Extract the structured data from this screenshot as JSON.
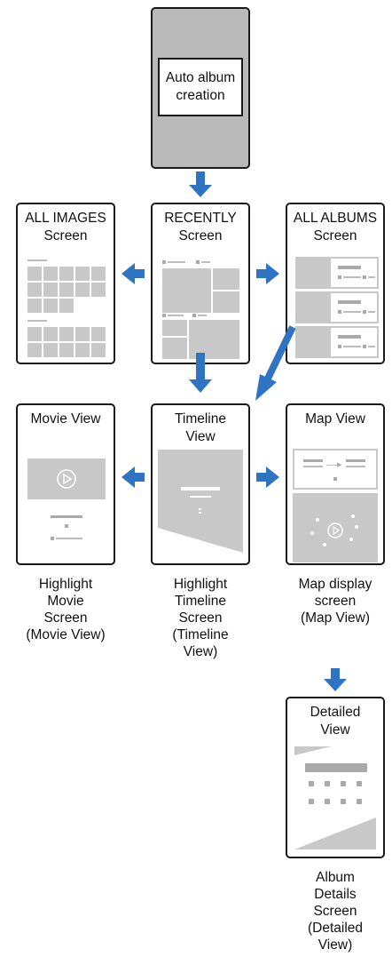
{
  "top_box": {
    "label_line1": "Auto album",
    "label_line2": "creation"
  },
  "screens": {
    "all_images": {
      "title_line1": "ALL IMAGES",
      "title_line2": "Screen"
    },
    "recently": {
      "title_line1": "RECENTLY",
      "title_line2": "Screen"
    },
    "all_albums": {
      "title_line1": "ALL ALBUMS",
      "title_line2": "Screen"
    },
    "movie_view": {
      "title_line1": "Movie View"
    },
    "timeline_view": {
      "title_line1": "Timeline",
      "title_line2": "View"
    },
    "map_view": {
      "title_line1": "Map View"
    },
    "detailed_view": {
      "title_line1": "Detailed",
      "title_line2": "View"
    }
  },
  "captions": {
    "movie": [
      "Highlight",
      "Movie",
      "Screen",
      "(Movie View)"
    ],
    "timeline": [
      "Highlight",
      "Timeline",
      "Screen",
      "(Timeline",
      "View)"
    ],
    "map": [
      "Map display",
      "screen",
      "(Map View)"
    ],
    "detailed": [
      "Album",
      "Details",
      "Screen",
      "(Detailed",
      "View)"
    ]
  },
  "colors": {
    "arrow": "#2f73c3",
    "frame": "#1a1a1a",
    "top_fill": "#b9b9b9",
    "placeholder": "#c8c8c8"
  }
}
